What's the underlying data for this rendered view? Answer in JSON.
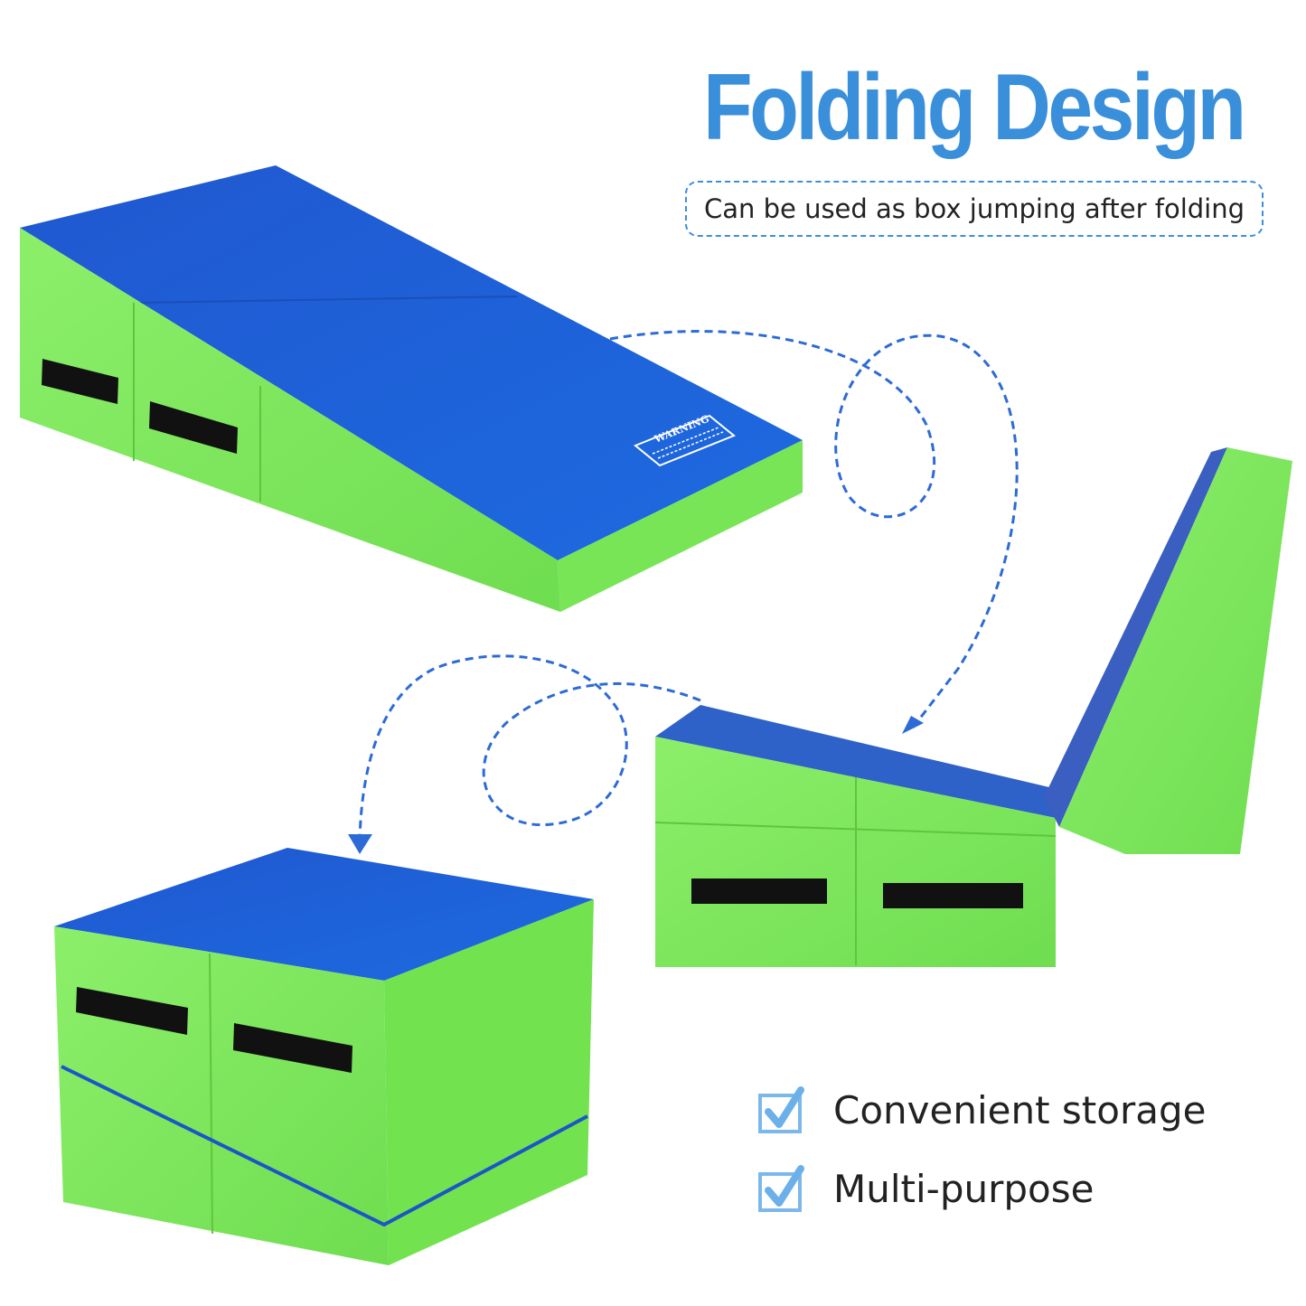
{
  "header": {
    "title": "Folding Design",
    "subtitle": "Can be used as box jumping after folding"
  },
  "features": [
    {
      "label": "Convenient storage",
      "icon": "checkbox-checked-icon"
    },
    {
      "label": "Multi-purpose",
      "icon": "checkbox-checked-icon"
    }
  ],
  "product_label": "WARNING",
  "colors": {
    "accent": "#3a8fdb",
    "mat_blue": "#1f5fd6",
    "mat_green": "#7ee85c",
    "handle": "#111111"
  }
}
